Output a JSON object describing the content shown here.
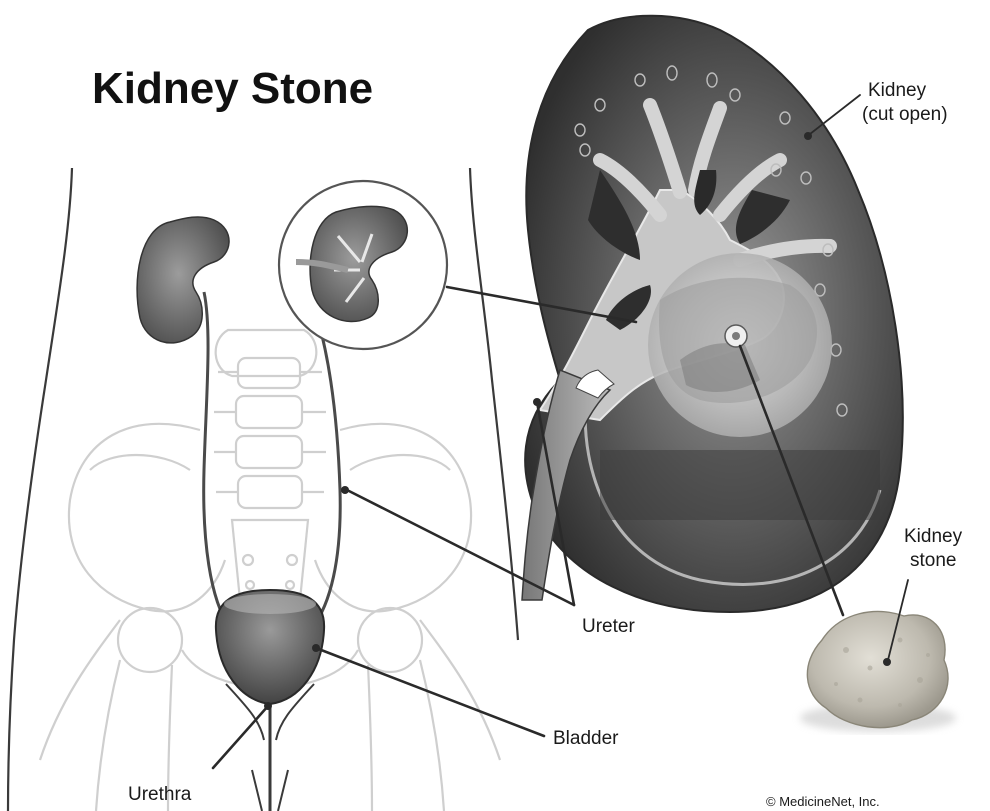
{
  "title": "Kidney Stone",
  "labels": {
    "kidney": [
      "Kidney",
      "(cut open)"
    ],
    "stone": [
      "Kidney",
      "stone"
    ],
    "ureter": "Ureter",
    "bladder": "Bladder",
    "urethra": "Urethra"
  },
  "credit": "© MedicineNet, Inc.",
  "colors": {
    "kidney_dark": "#4a4a4a",
    "kidney_mid": "#8a8a8a",
    "stone": "#c9c6bd",
    "bone": "#cfcfcf"
  }
}
